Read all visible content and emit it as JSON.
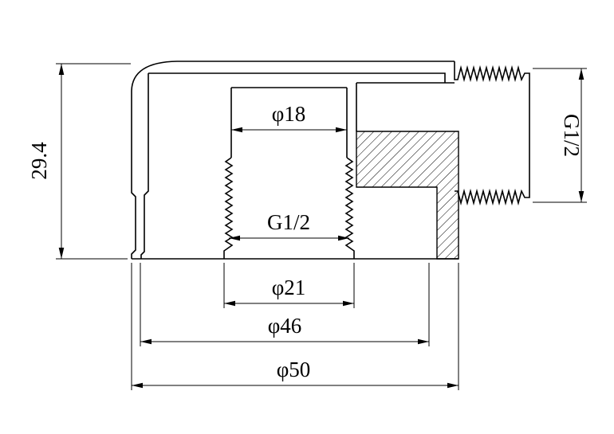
{
  "drawing": {
    "background_color": "#ffffff",
    "line_color": "#000000",
    "dimensions": {
      "overall_height": "29.4",
      "top_bore_diameter": "φ18",
      "internal_thread": "G1/2",
      "thread_outer_diameter": "φ21",
      "body_diameter": "φ46",
      "base_diameter": "φ50",
      "male_thread": "G1/2"
    }
  }
}
